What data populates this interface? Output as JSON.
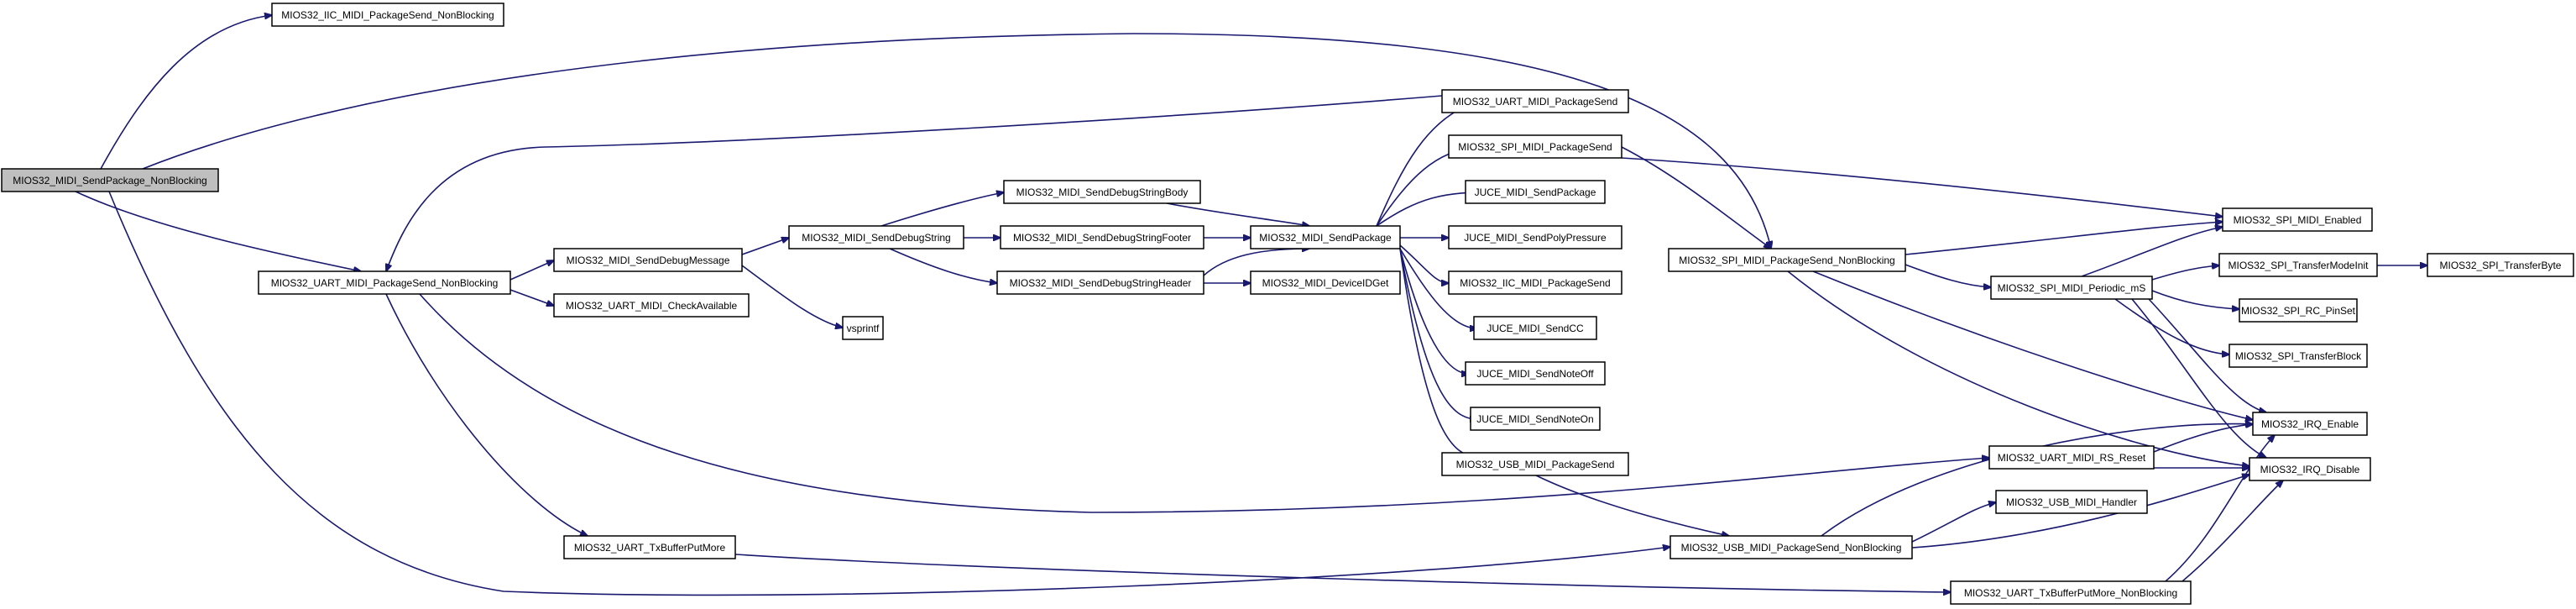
{
  "colors": {
    "edge": "#191970",
    "node_fill": "#ffffff",
    "root_fill": "#bfbfbf",
    "node_border": "#000000"
  },
  "nodes": [
    {
      "id": "mios32-midi-sendpackage-nonblocking",
      "label": "MIOS32_MIDI_SendPackage_NonBlocking",
      "root": true
    },
    {
      "id": "mios32-iic-midi-packagesend-nonblocking",
      "label": "MIOS32_IIC_MIDI_PackageSend_NonBlocking"
    },
    {
      "id": "mios32-uart-midi-packagesend-nonblocking",
      "label": "MIOS32_UART_MIDI_PackageSend_NonBlocking"
    },
    {
      "id": "mios32-midi-senddebugmessage",
      "label": "MIOS32_MIDI_SendDebugMessage"
    },
    {
      "id": "mios32-uart-midi-checkavailable",
      "label": "MIOS32_UART_MIDI_CheckAvailable"
    },
    {
      "id": "mios32-uart-txbufferputmore",
      "label": "MIOS32_UART_TxBufferPutMore"
    },
    {
      "id": "mios32-midi-senddebugstring",
      "label": "MIOS32_MIDI_SendDebugString"
    },
    {
      "id": "vsprintf",
      "label": "vsprintf"
    },
    {
      "id": "mios32-midi-senddebugstringbody",
      "label": "MIOS32_MIDI_SendDebugStringBody"
    },
    {
      "id": "mios32-midi-senddebugstringfooter",
      "label": "MIOS32_MIDI_SendDebugStringFooter"
    },
    {
      "id": "mios32-midi-senddebugstringheader",
      "label": "MIOS32_MIDI_SendDebugStringHeader"
    },
    {
      "id": "mios32-midi-sendpackage",
      "label": "MIOS32_MIDI_SendPackage"
    },
    {
      "id": "mios32-midi-deviceidget",
      "label": "MIOS32_MIDI_DeviceIDGet"
    },
    {
      "id": "mios32-uart-midi-packagesend",
      "label": "MIOS32_UART_MIDI_PackageSend"
    },
    {
      "id": "mios32-spi-midi-packagesend",
      "label": "MIOS32_SPI_MIDI_PackageSend"
    },
    {
      "id": "juce-midi-sendpackage",
      "label": "JUCE_MIDI_SendPackage"
    },
    {
      "id": "juce-midi-sendpolypressure",
      "label": "JUCE_MIDI_SendPolyPressure"
    },
    {
      "id": "mios32-iic-midi-packagesend",
      "label": "MIOS32_IIC_MIDI_PackageSend"
    },
    {
      "id": "juce-midi-sendcc",
      "label": "JUCE_MIDI_SendCC"
    },
    {
      "id": "juce-midi-sendnoteoff",
      "label": "JUCE_MIDI_SendNoteOff"
    },
    {
      "id": "juce-midi-sendnoteon",
      "label": "JUCE_MIDI_SendNoteOn"
    },
    {
      "id": "mios32-usb-midi-packagesend",
      "label": "MIOS32_USB_MIDI_PackageSend"
    },
    {
      "id": "mios32-spi-midi-packagesend-nonblocking",
      "label": "MIOS32_SPI_MIDI_PackageSend_NonBlocking"
    },
    {
      "id": "mios32-usb-midi-packagesend-nonblocking",
      "label": "MIOS32_USB_MIDI_PackageSend_NonBlocking"
    },
    {
      "id": "mios32-spi-midi-periodic-ms",
      "label": "MIOS32_SPI_MIDI_Periodic_mS"
    },
    {
      "id": "mios32-uart-midi-rs-reset",
      "label": "MIOS32_UART_MIDI_RS_Reset"
    },
    {
      "id": "mios32-usb-midi-handler",
      "label": "MIOS32_USB_MIDI_Handler"
    },
    {
      "id": "mios32-uart-txbufferputmore-nonblocking",
      "label": "MIOS32_UART_TxBufferPutMore_NonBlocking"
    },
    {
      "id": "mios32-spi-midi-enabled",
      "label": "MIOS32_SPI_MIDI_Enabled"
    },
    {
      "id": "mios32-spi-transfermodeinit",
      "label": "MIOS32_SPI_TransferModeInit"
    },
    {
      "id": "mios32-spi-rc-pinset",
      "label": "MIOS32_SPI_RC_PinSet"
    },
    {
      "id": "mios32-spi-transferblock",
      "label": "MIOS32_SPI_TransferBlock"
    },
    {
      "id": "mios32-irq-enable",
      "label": "MIOS32_IRQ_Enable"
    },
    {
      "id": "mios32-irq-disable",
      "label": "MIOS32_IRQ_Disable"
    },
    {
      "id": "mios32-spi-transferbyte",
      "label": "MIOS32_SPI_TransferByte"
    }
  ]
}
